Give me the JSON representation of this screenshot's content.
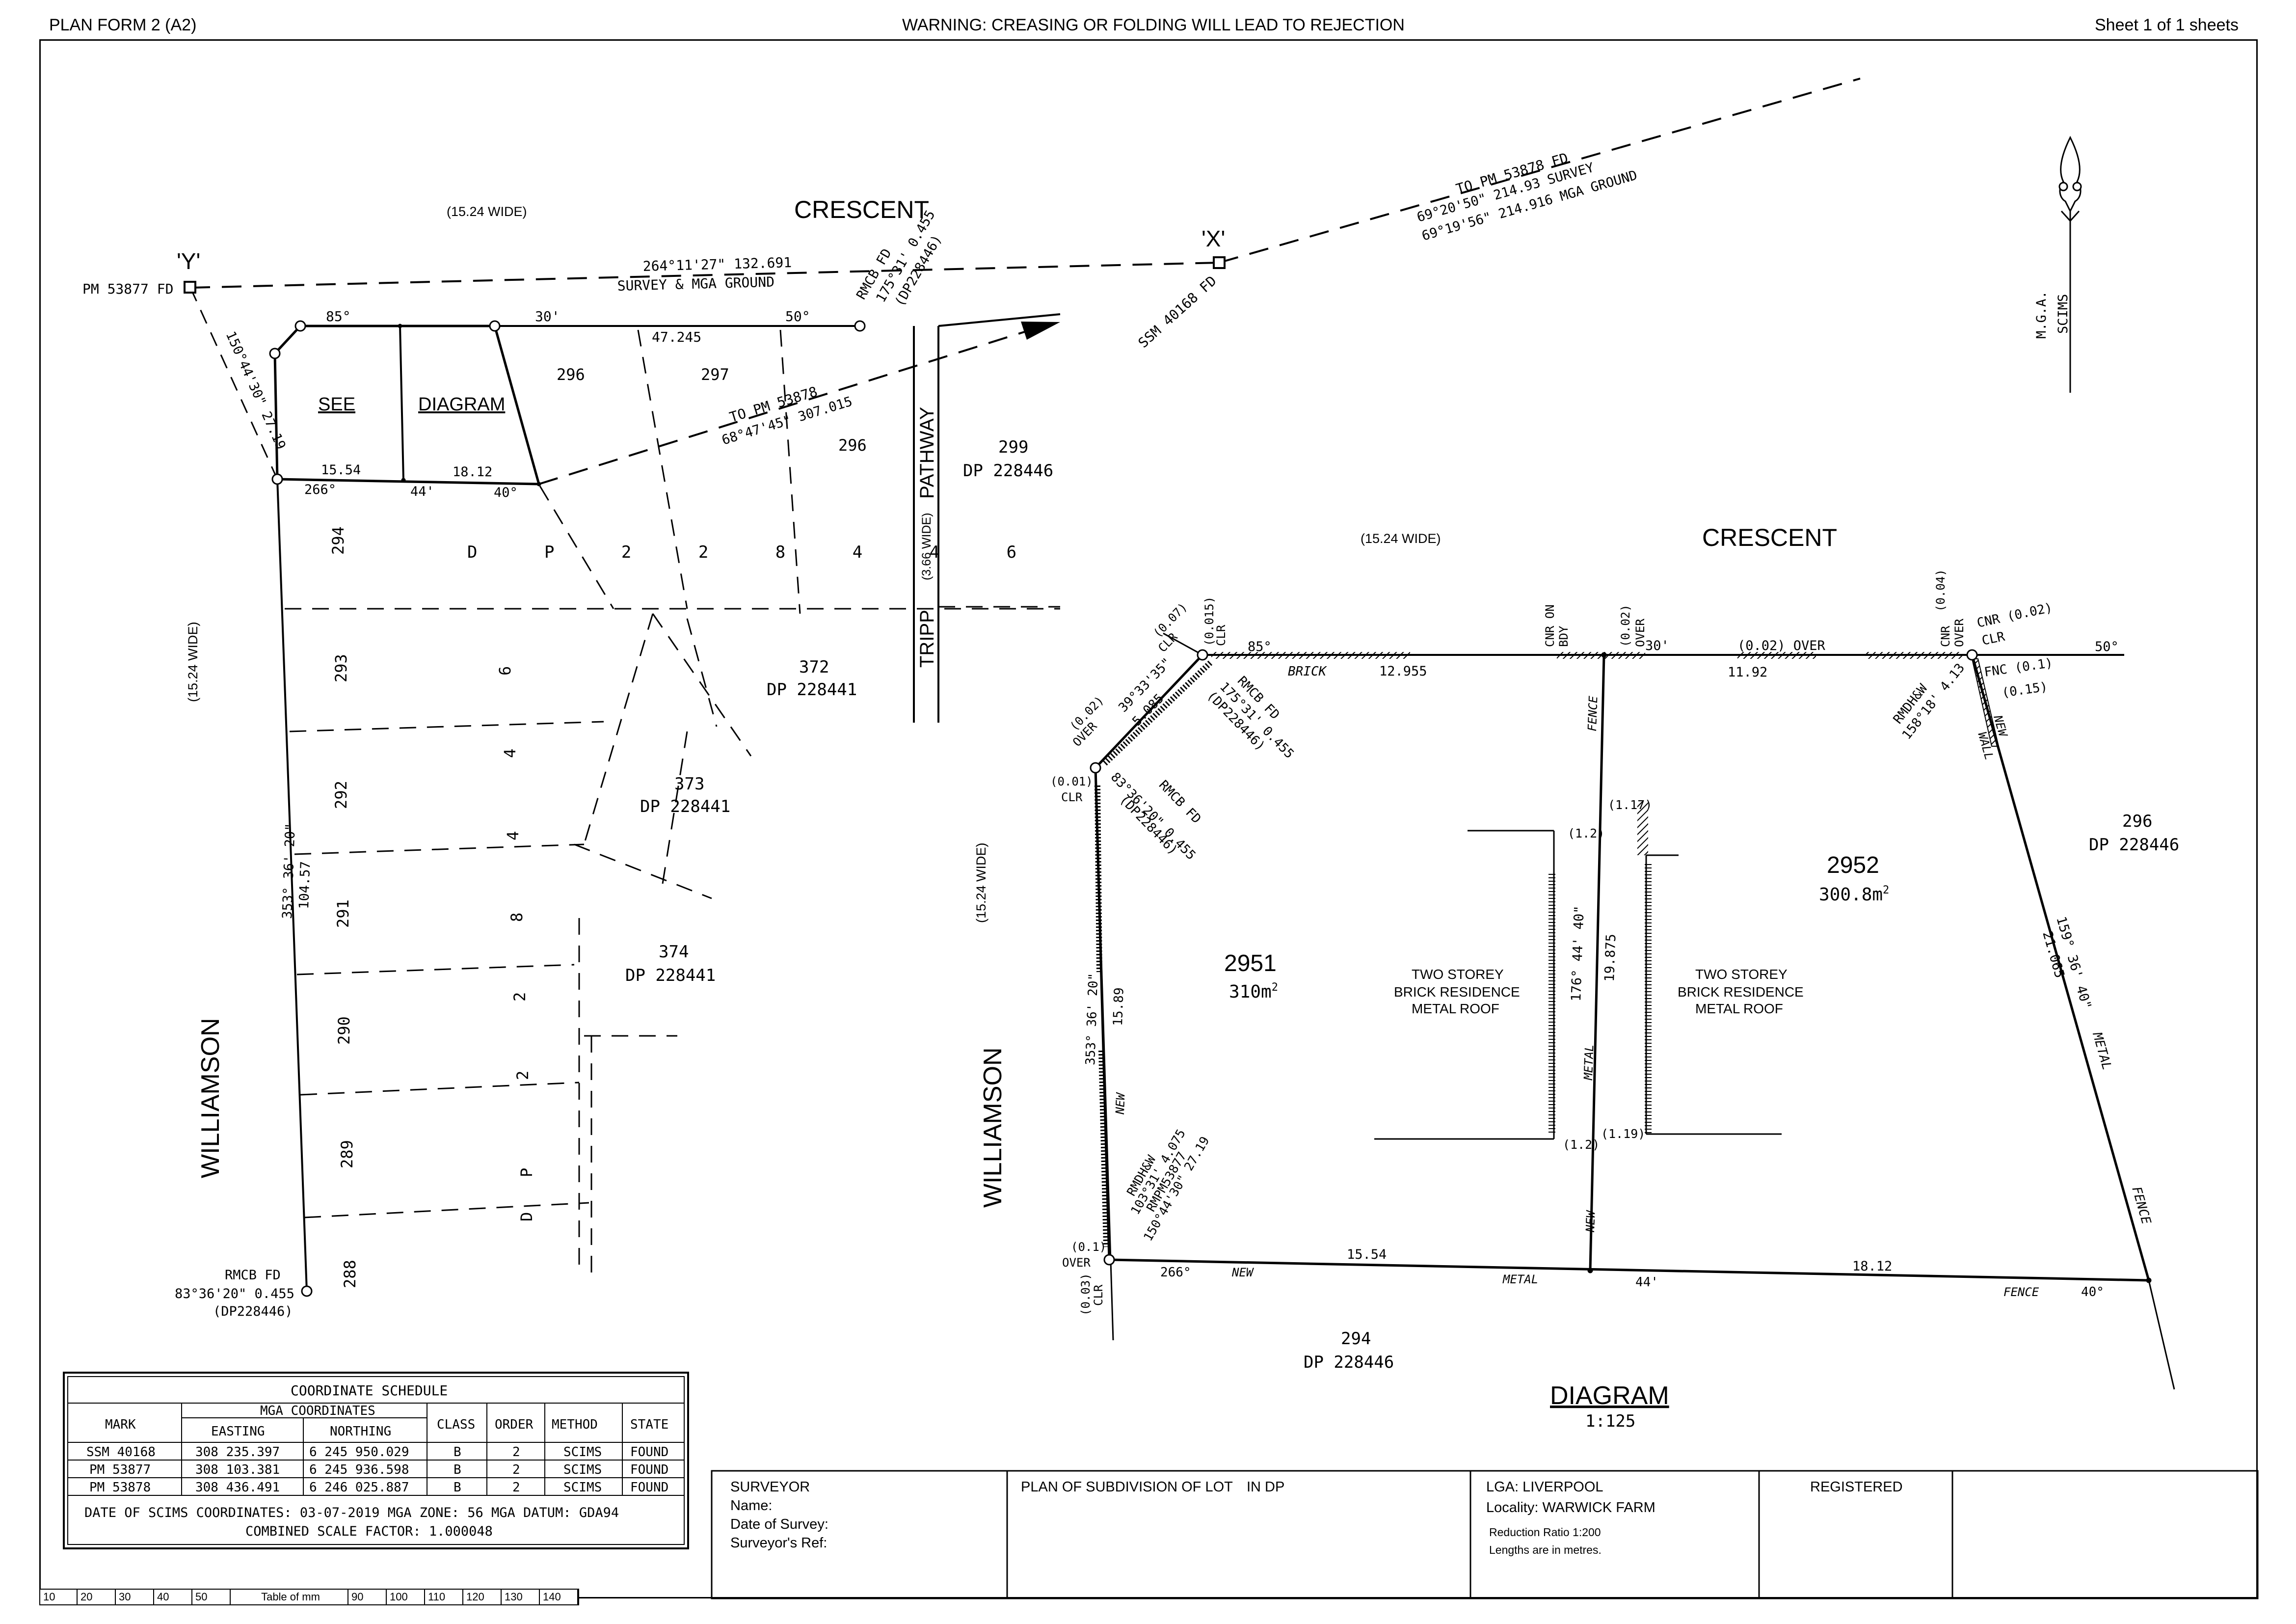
{
  "header": {
    "form": "PLAN FORM 2 (A2)",
    "warning": "WARNING: CREASING OR FOLDING WILL LEAD TO REJECTION",
    "sheets": "Sheet 1 of 1 sheets"
  },
  "plan": {
    "crescent_top": "CRESCENT",
    "crescent_width_top": "(15.24 WIDE)",
    "crescent_right": "CRESCENT",
    "crescent_width_right": "(15.24 WIDE)",
    "williamson_left": "WILLIAMSON",
    "williamson_left_width": "(15.24 WIDE)",
    "williamson_mid": "WILLIAMSON",
    "williamson_mid_width": "(15.24 WIDE)",
    "tripp": "TRIPP",
    "pathway": "PATHWAY",
    "pathway_width": "(3.66 WIDE)",
    "see": "SEE",
    "diagram_ref": "DIAGRAM",
    "mark_y": "'Y'",
    "mark_x": "'X'",
    "pm53877": "PM 53877 FD",
    "ssm40168": "SSM 40168 FD",
    "line_y_bearing": "264°11'27\" 132.691",
    "line_y_note": "SURVEY & MGA GROUND",
    "to_pm_53878_a": "TO PM 53878",
    "to_pm_53878_a_val": "68°47'45\" 307.015",
    "to_pm_53878_b": "TO PM 53878 FD",
    "to_pm_53878_b_survey": "69°20'50\" 214.93 SURVEY",
    "to_pm_53878_b_mga": "69°19'56\" 214.916 MGA GROUND",
    "rmcb_top_1": "RMCB FD",
    "rmcb_top_2": "175°31' 0.455",
    "rmcb_top_3": "(DP228446)",
    "y_line_1": "150°44'30\" 27.19",
    "b85": "85°",
    "b30": "30'",
    "b50": "50°",
    "l47245": "47.245",
    "l1554": "15.54",
    "l1812": "18.12",
    "b266": "266°",
    "b44": "44'",
    "b40": "40°",
    "lot296a": "296",
    "lot297": "297",
    "lot296b": "296",
    "lot299": "299",
    "dp299": "DP 228446",
    "lot294": "294",
    "lot293": "293",
    "lot292": "292",
    "lot291": "291",
    "lot290": "290",
    "lot289": "289",
    "lot288": "288",
    "dp_vertical": "D P 2 2 8 4 4 6",
    "dp_v_chars": [
      "6",
      "4",
      "4",
      "8",
      "2",
      "2",
      "P",
      "D"
    ],
    "lot372": "372",
    "dp372": "DP 228441",
    "lot373": "373",
    "dp373": "DP 228441",
    "lot374": "374",
    "dp374": "DP 228441",
    "left_bearing": "353° 36' 20\"",
    "left_dist": "104.57",
    "rmcb_bottom_1": "RMCB FD",
    "rmcb_bottom_2": "83°36'20\" 0.455",
    "rmcb_bottom_3": "(DP228446)",
    "north_label_1": "M.G.A.",
    "north_label_2": "SCIMS"
  },
  "diagram": {
    "title": "DIAGRAM",
    "scale": "1:125",
    "lot2951": "2951",
    "area2951": "310m",
    "lot2952": "2952",
    "area2952": "300.8m",
    "sup2": "2",
    "residence_1": "TWO STOREY",
    "residence_2": "BRICK RESIDENCE",
    "residence_3": "METAL ROOF",
    "lot296": "296",
    "dp296": "DP 228446",
    "lot294": "294",
    "dp294": "DP 228446",
    "b85": "85°",
    "b30": "30'",
    "b50": "50°",
    "brick": "BRICK",
    "l12955": "12.955",
    "l1192": "11.92",
    "over_002": "(0.02) OVER",
    "cnr_on_bdy": "CNR ON",
    "bdy": "BDY",
    "over_002b_a": "(0.02)",
    "over_002b_b": "OVER",
    "cnr_over_a": "CNR",
    "cnr_over_b": "OVER",
    "cnr_over_004": "(0.04)",
    "cnr_clr": "CNR (0.02)",
    "clr": "CLR",
    "fnc01": "FNC (0.1)",
    "paren015": "(0.15)",
    "new": "NEW",
    "wall": "WALL",
    "rmdhw_right_1": "RMDH&W",
    "rmdhw_right_2": "158°18' 4.13",
    "right_bearing": "159° 36' 40\"",
    "right_dist": "21.065",
    "metal": "METAL",
    "fence": "FENCE",
    "clr_0015": "(0.015)",
    "clr_007": "(0.07)",
    "clr_word": "CLR",
    "corner_bearing": "39°33'35\"",
    "corner_dist": "5.085",
    "rmcb_c_1": "RMCB FD",
    "rmcb_c_2": "175°31' 0.455",
    "rmcb_c_3": "(DP228446)",
    "over_002c": "(0.02)",
    "over_word": "OVER",
    "clr_001": "(0.01)",
    "rmcb_l_1": "RMCB FD",
    "rmcb_l_2": "83°36'20\" 0.455",
    "rmcb_l_3": "(DP228446)",
    "left_bearing": "353° 36' 20\"",
    "left_dist": "15.89",
    "rmdhw_left_1": "RMDH&W",
    "rmdhw_left_2": "103°31' 4.075",
    "rmdhw_left_3": "RMPM53877",
    "rmdhw_left_4": "150°44'30\" 27.19",
    "over01": "(0.1)",
    "over01_word": "OVER",
    "clr003": "(0.03)",
    "clr003_word": "CLR",
    "b266": "266°",
    "b44": "44'",
    "b40": "40°",
    "l1554": "15.54",
    "l1812": "18.12",
    "mid_bearing": "176° 44' 40\"",
    "mid_dist": "19.875",
    "paren117": "(1.17)",
    "paren12a": "(1.2)",
    "paren12b": "(1.2)",
    "paren119": "(1.19)"
  },
  "coords": {
    "title": "COORDINATE SCHEDULE",
    "h_mark": "MARK",
    "h_mga": "MGA COORDINATES",
    "h_easting": "EASTING",
    "h_northing": "NORTHING",
    "h_class": "CLASS",
    "h_order": "ORDER",
    "h_method": "METHOD",
    "h_state": "STATE",
    "rows": [
      {
        "mark": "SSM 40168",
        "easting": "308 235.397",
        "northing": "6 245 950.029",
        "class": "B",
        "order": "2",
        "method": "SCIMS",
        "state": "FOUND"
      },
      {
        "mark": "PM 53877",
        "easting": "308 103.381",
        "northing": "6 245 936.598",
        "class": "B",
        "order": "2",
        "method": "SCIMS",
        "state": "FOUND"
      },
      {
        "mark": "PM 53878",
        "easting": "308 436.491",
        "northing": "6 246 025.887",
        "class": "B",
        "order": "2",
        "method": "SCIMS",
        "state": "FOUND"
      }
    ],
    "footer_1": "DATE OF SCIMS COORDINATES: 03-07-2019 MGA ZONE: 56 MGA DATUM: GDA94",
    "footer_2": "COMBINED SCALE FACTOR: 1.000048"
  },
  "titleblock": {
    "surveyor": "SURVEYOR",
    "name": "Name:",
    "date": "Date of Survey:",
    "ref": "Surveyor's Ref:",
    "plan_of": "PLAN OF SUBDIVISION OF LOT",
    "in_dp": "IN DP",
    "lga": "LGA: LIVERPOOL",
    "locality": "Locality: WARWICK FARM",
    "reduction": "Reduction Ratio 1:200",
    "lengths": "Lengths are in metres.",
    "registered": "REGISTERED"
  },
  "scalebar": [
    "10",
    "20",
    "30",
    "40",
    "50",
    "Table of mm",
    "90",
    "100",
    "110",
    "120",
    "130",
    "140"
  ]
}
